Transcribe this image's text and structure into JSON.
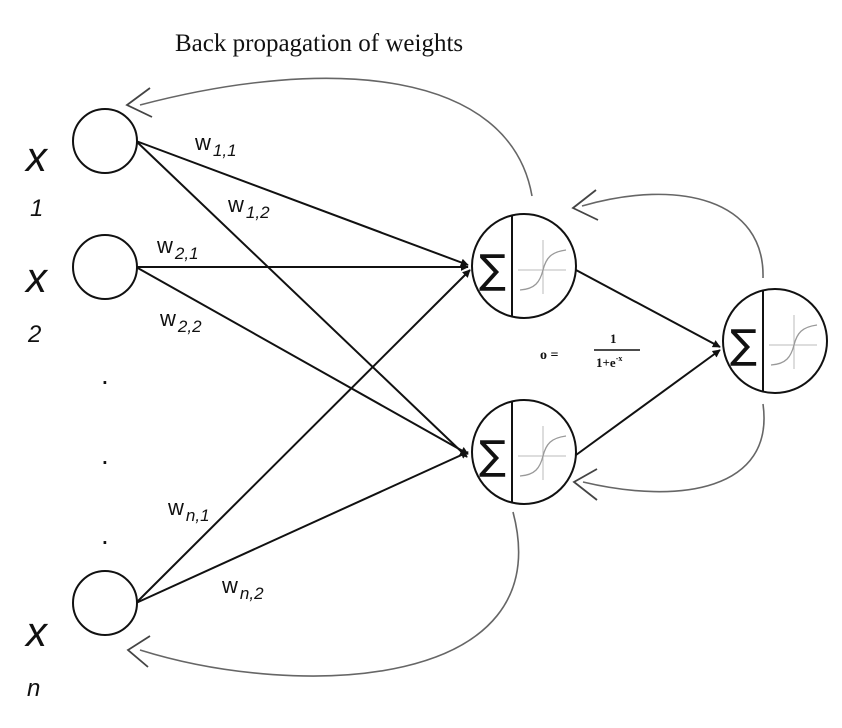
{
  "title": "Back propagation of weights",
  "inputs": [
    {
      "var": "x",
      "sub": "1"
    },
    {
      "var": "x",
      "sub": "2"
    },
    {
      "var": "x",
      "sub": "n"
    }
  ],
  "ellipsis": ".",
  "weights": [
    {
      "main": "w",
      "sub": "1,1"
    },
    {
      "main": "w",
      "sub": "1,2"
    },
    {
      "main": "w",
      "sub": "2,1"
    },
    {
      "main": "w",
      "sub": "2,2"
    },
    {
      "main": "w",
      "sub": "n,1"
    },
    {
      "main": "w",
      "sub": "n,2"
    }
  ],
  "sum_symbol": "∑",
  "activation": {
    "lhs": "o =",
    "numerator": "1",
    "denominator_base": "1+e",
    "denominator_exp": "-x"
  }
}
